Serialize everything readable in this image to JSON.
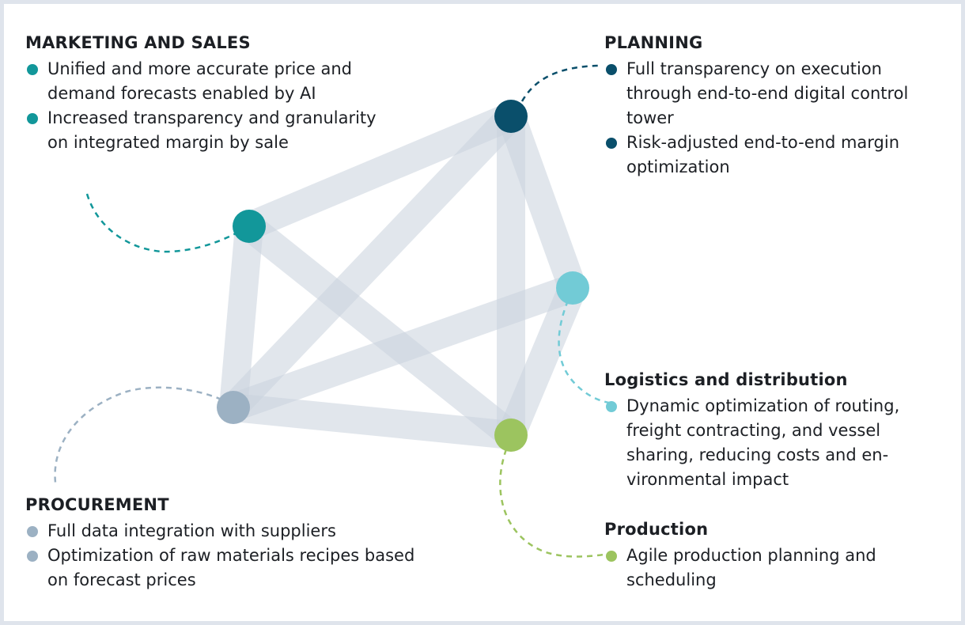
{
  "colors": {
    "marketing": "#12979a",
    "planning": "#0a4f6b",
    "logistics": "#72cbd6",
    "production": "#9cc45f",
    "procurement": "#9cb1c3",
    "edge": "#cad3de"
  },
  "nodes": [
    {
      "id": "marketing",
      "color": "#12979a"
    },
    {
      "id": "planning",
      "color": "#0a4f6b"
    },
    {
      "id": "logistics",
      "color": "#72cbd6"
    },
    {
      "id": "production",
      "color": "#9cc45f"
    },
    {
      "id": "procurement",
      "color": "#9cb1c3"
    }
  ],
  "edges": [
    [
      "marketing",
      "planning"
    ],
    [
      "marketing",
      "production"
    ],
    [
      "marketing",
      "procurement"
    ],
    [
      "planning",
      "procurement"
    ],
    [
      "planning",
      "production"
    ],
    [
      "planning",
      "logistics"
    ],
    [
      "logistics",
      "procurement"
    ],
    [
      "logistics",
      "production"
    ],
    [
      "procurement",
      "production"
    ]
  ],
  "sections": {
    "marketing": {
      "title": "MARKETING AND SALES",
      "bullets": [
        "Unified and more accurate price and demand forecasts enabled by AI",
        "Increased transparency and granularity on integrated margin by sale"
      ]
    },
    "planning": {
      "title": "PLANNING",
      "bullets": [
        "Full transparency on execution through end-to-end digital control tower",
        "Risk-adjusted end-to-end margin optimization"
      ]
    },
    "logistics": {
      "title": "Logistics and distribution",
      "bullets": [
        "Dynamic optimization of routing, freight contracting, and vessel sharing, reducing costs and en-vironmental impact"
      ]
    },
    "production": {
      "title": "Production",
      "bullets": [
        "Agile production planning and scheduling"
      ]
    },
    "procurement": {
      "title": "PROCUREMENT",
      "bullets": [
        "Full data integration with suppliers",
        "Optimization of raw materials recipes based on forecast prices"
      ]
    }
  }
}
